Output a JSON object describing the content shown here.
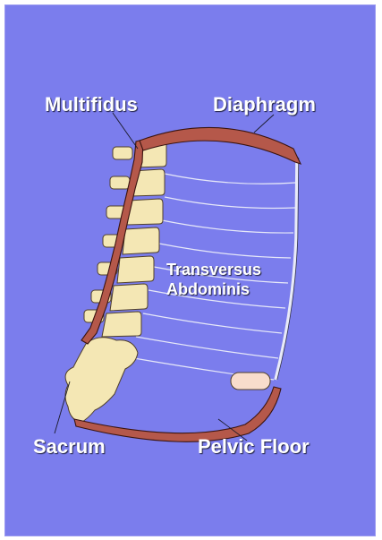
{
  "labels": {
    "multifidus": "Multifidus",
    "diaphragm": "Diaphragm",
    "transversus_line1": "Transversus",
    "transversus_line2": "Abdominis",
    "sacrum": "Sacrum",
    "pelvic_floor": "Pelvic Floor"
  },
  "colors": {
    "background": "#7b7ded",
    "muscle": "#b5584a",
    "muscle_outline": "#3a1410",
    "bone": "#f4e7b4",
    "fibers": "#e6e8f8",
    "pelvic_bone": "#f8dccc"
  }
}
